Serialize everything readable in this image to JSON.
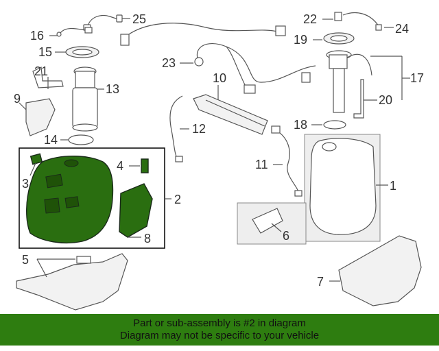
{
  "diagram": {
    "callouts": [
      "25",
      "16",
      "15",
      "21",
      "13",
      "9",
      "14",
      "23",
      "10",
      "12",
      "22",
      "24",
      "19",
      "17",
      "20",
      "18",
      "11",
      "1",
      "2",
      "3",
      "4",
      "5",
      "6",
      "8",
      "7"
    ]
  },
  "banner": {
    "line1": "Part or sub-assembly is #2 in diagram",
    "line2": "Diagram may not be specific to your vehicle"
  },
  "colors": {
    "highlight": "#2a6e10",
    "banner": "#2e7d10",
    "line": "#555555"
  }
}
